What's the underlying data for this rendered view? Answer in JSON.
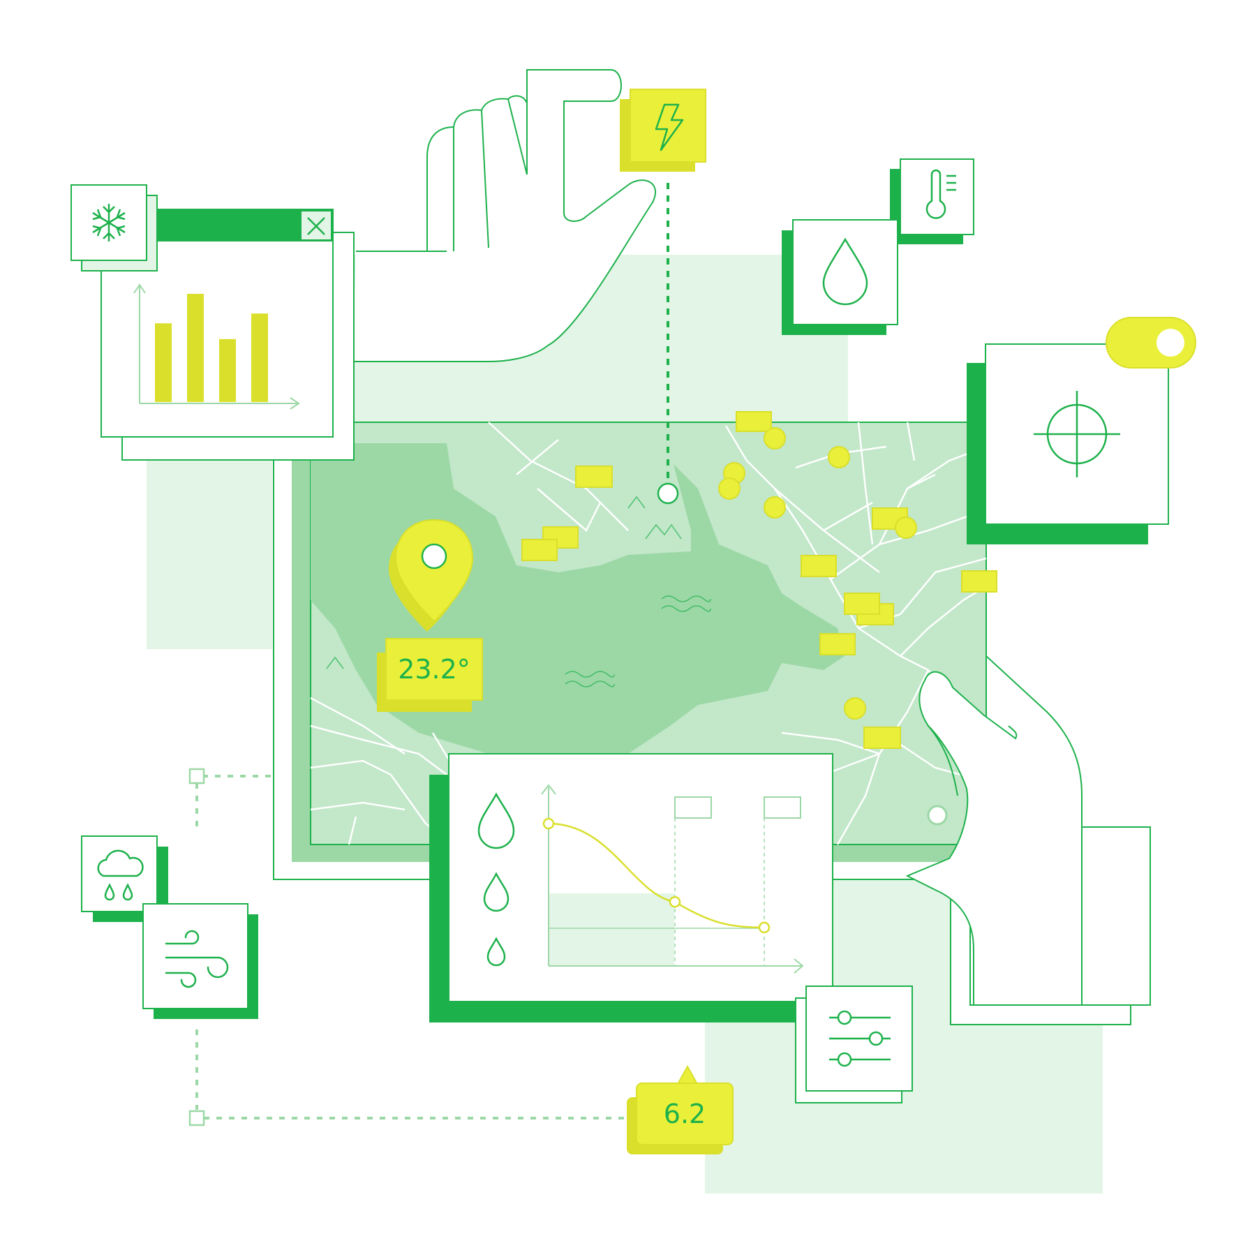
{
  "colors": {
    "primary_green": "#1db14b",
    "light_green": "#e3f5e6",
    "map_green": "#c2e7c9",
    "water_green": "#9cd8a6",
    "accent_yellow": "#eaf03a",
    "accent_yellow_dark": "#d9df2a",
    "white": "#ffffff"
  },
  "map": {
    "temperature_label": "23.2°",
    "wind_value_label": "6.2"
  },
  "mini_bar_chart": {
    "values": [
      4,
      5.5,
      3.2,
      4.5
    ]
  },
  "line_chart": {
    "values": [
      1.0,
      0.45,
      0.27
    ]
  },
  "toggle": {
    "state": "on"
  },
  "icons": [
    "snowflake-icon",
    "close-icon",
    "lightning-icon",
    "thermometer-icon",
    "water-drop-icon",
    "crosshair-icon",
    "location-pin-icon",
    "rain-cloud-icon",
    "wind-icon",
    "sliders-icon"
  ]
}
